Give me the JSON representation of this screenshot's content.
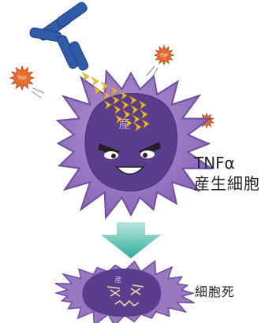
{
  "labels": {
    "tnf_name": "TNFα",
    "tnf_producing_cell": "産生細胞",
    "cell_death": "細胞死"
  },
  "nucleus_char": "産",
  "particle_text": "TNF",
  "colors": {
    "cell_body": "#9a78c1",
    "cell_body_dark": "#7657a4",
    "nucleus": "#5a3d8c",
    "antibody": "#2f5ba8",
    "chevron": "#f4c020",
    "particle": "#e86e32",
    "arrow": "#3fb7a5"
  }
}
